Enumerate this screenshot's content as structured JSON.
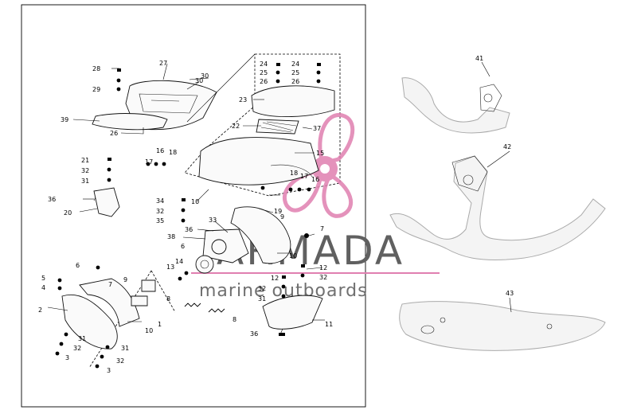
{
  "colors": {
    "background": "#ffffff",
    "ink": "#000000",
    "watermark_text": "#606060",
    "watermark_pink": "#e07fb0"
  },
  "watermark": {
    "brand": "ARMADA",
    "tagline": "marine outboards"
  },
  "callouts": [
    {
      "id": "c28a",
      "label": "28"
    },
    {
      "id": "c27",
      "label": "27"
    },
    {
      "id": "c30a",
      "label": "30"
    },
    {
      "id": "c30b",
      "label": "30"
    },
    {
      "id": "c29",
      "label": "29"
    },
    {
      "id": "c39",
      "label": "39"
    },
    {
      "id": "c26",
      "label": "26"
    },
    {
      "id": "c24a",
      "label": "24"
    },
    {
      "id": "c25a",
      "label": "25"
    },
    {
      "id": "c26b",
      "label": "26"
    },
    {
      "id": "c24b",
      "label": "24"
    },
    {
      "id": "c25b",
      "label": "25"
    },
    {
      "id": "c26c",
      "label": "26"
    },
    {
      "id": "c23",
      "label": "23"
    },
    {
      "id": "c22",
      "label": "22"
    },
    {
      "id": "c37",
      "label": "37"
    },
    {
      "id": "c15",
      "label": "15"
    },
    {
      "id": "c16a",
      "label": "16"
    },
    {
      "id": "c17a",
      "label": "17"
    },
    {
      "id": "c18a",
      "label": "18"
    },
    {
      "id": "c18b",
      "label": "18"
    },
    {
      "id": "c17b",
      "label": "17"
    },
    {
      "id": "c16b",
      "label": "16"
    },
    {
      "id": "c21",
      "label": "21"
    },
    {
      "id": "c32a",
      "label": "32"
    },
    {
      "id": "c31a",
      "label": "31"
    },
    {
      "id": "c36a",
      "label": "36"
    },
    {
      "id": "c20",
      "label": "20"
    },
    {
      "id": "c10a",
      "label": "10"
    },
    {
      "id": "c34",
      "label": "34"
    },
    {
      "id": "c32b",
      "label": "32"
    },
    {
      "id": "c35",
      "label": "35"
    },
    {
      "id": "c19",
      "label": "19"
    },
    {
      "id": "c9a",
      "label": "9"
    },
    {
      "id": "c33",
      "label": "33"
    },
    {
      "id": "c36b",
      "label": "36"
    },
    {
      "id": "c38",
      "label": "38"
    },
    {
      "id": "c7a",
      "label": "7"
    },
    {
      "id": "c6a",
      "label": "6"
    },
    {
      "id": "c14",
      "label": "14"
    },
    {
      "id": "c13",
      "label": "13"
    },
    {
      "id": "c10b",
      "label": "10"
    },
    {
      "id": "c12a",
      "label": "12"
    },
    {
      "id": "c12b",
      "label": "12"
    },
    {
      "id": "c32c",
      "label": "32"
    },
    {
      "id": "c32d",
      "label": "32"
    },
    {
      "id": "c31b",
      "label": "31"
    },
    {
      "id": "c6b",
      "label": "6"
    },
    {
      "id": "c5",
      "label": "5"
    },
    {
      "id": "c4",
      "label": "4"
    },
    {
      "id": "c9b",
      "label": "9"
    },
    {
      "id": "c7b",
      "label": "7"
    },
    {
      "id": "c8a",
      "label": "8"
    },
    {
      "id": "c8b",
      "label": "8"
    },
    {
      "id": "c11",
      "label": "11"
    },
    {
      "id": "c2",
      "label": "2"
    },
    {
      "id": "c1",
      "label": "1"
    },
    {
      "id": "c31c",
      "label": "31"
    },
    {
      "id": "c32e",
      "label": "32"
    },
    {
      "id": "c31d",
      "label": "31"
    },
    {
      "id": "c3a",
      "label": "3"
    },
    {
      "id": "c32f",
      "label": "32"
    },
    {
      "id": "c3b",
      "label": "3"
    },
    {
      "id": "c10c",
      "label": "10"
    },
    {
      "id": "c36c",
      "label": "36"
    },
    {
      "id": "c41",
      "label": "41"
    },
    {
      "id": "c42",
      "label": "42"
    },
    {
      "id": "c43",
      "label": "43"
    }
  ]
}
